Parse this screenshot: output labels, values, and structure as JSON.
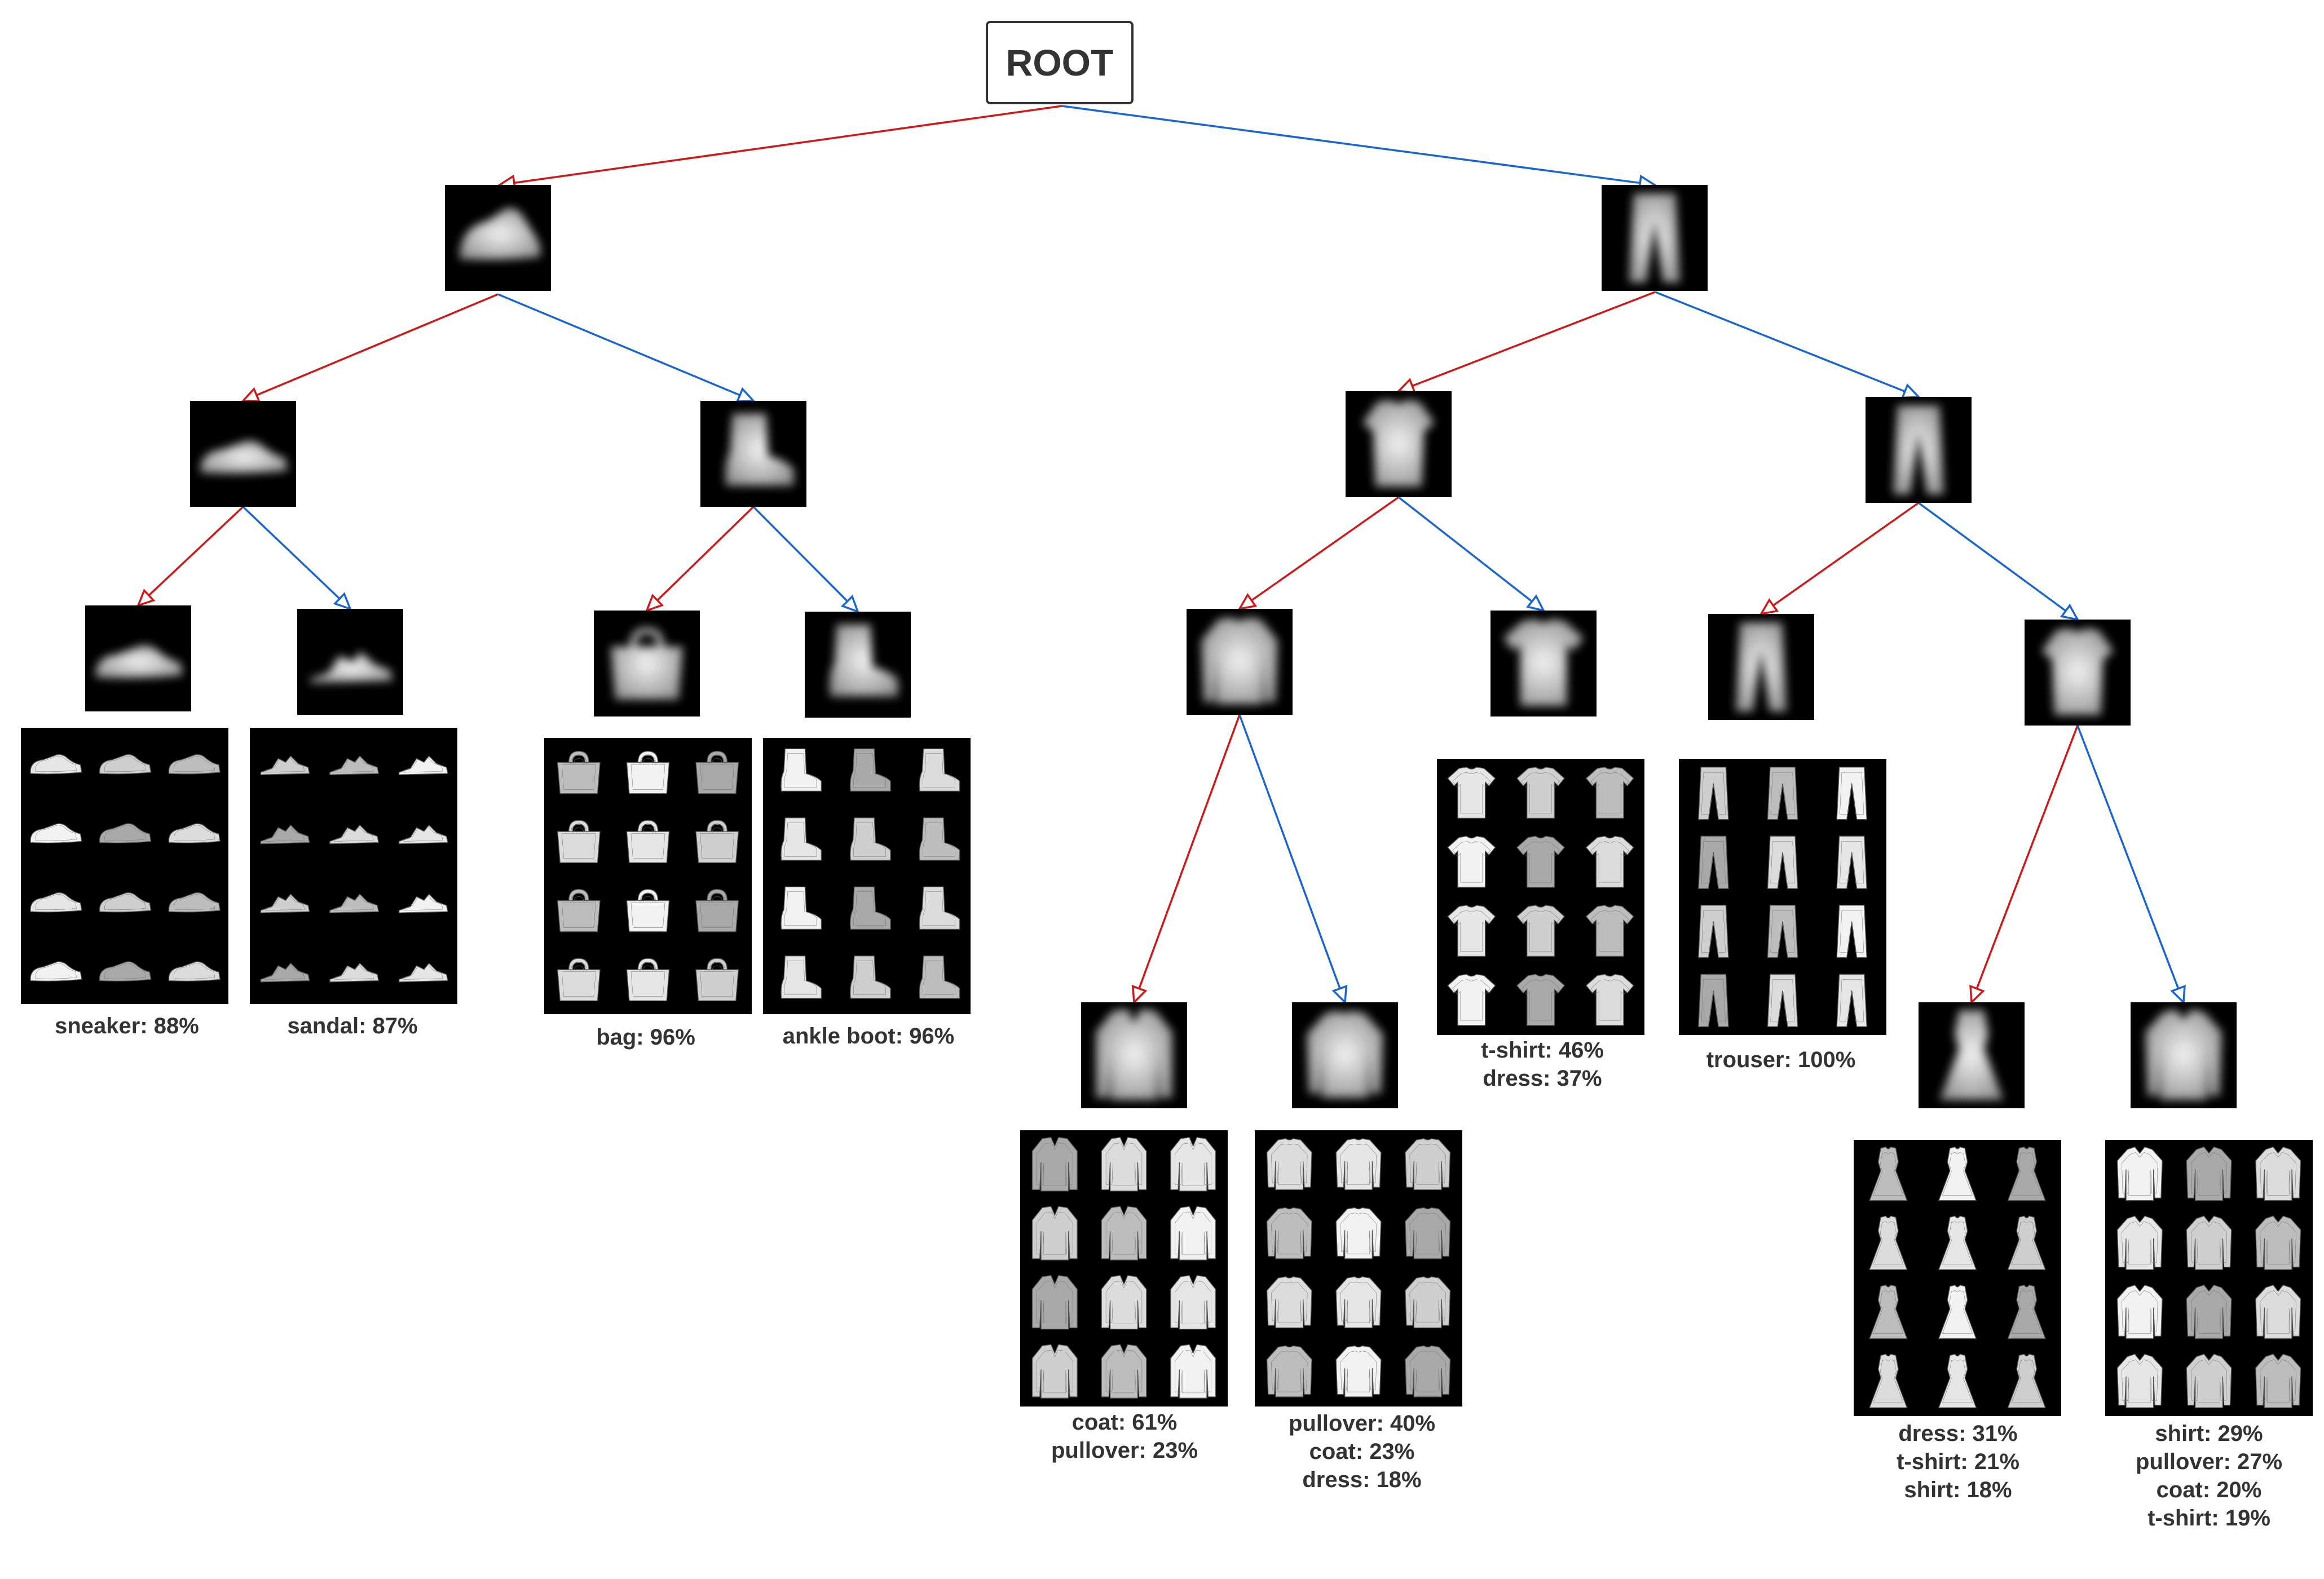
{
  "root": {
    "label": "ROOT"
  },
  "edge_colors": {
    "left": "#cc1a1a",
    "right": "#1a66cc"
  },
  "nodes": {
    "n1": {
      "icon": "shoe-blur-icon"
    },
    "n2": {
      "icon": "trouser-blur-icon"
    },
    "n3": {
      "icon": "sneaker-blur-icon"
    },
    "n4": {
      "icon": "boot-blur-icon"
    },
    "n5": {
      "icon": "top-blur-icon"
    },
    "n6": {
      "icon": "trouser-blur-icon"
    },
    "n7": {
      "icon": "sneaker-blur-icon"
    },
    "n8": {
      "icon": "sandal-blur-icon"
    },
    "n9": {
      "icon": "bag-blur-icon"
    },
    "n10": {
      "icon": "boot-blur-icon"
    },
    "n11": {
      "icon": "longsleeve-blur-icon"
    },
    "n12": {
      "icon": "tshirt-blur-icon"
    },
    "n13": {
      "icon": "trouser-blur-icon"
    },
    "n14": {
      "icon": "top-blur-icon"
    },
    "n15": {
      "icon": "coat-blur-icon"
    },
    "n16": {
      "icon": "pullover-blur-icon"
    },
    "n17": {
      "icon": "dress-blur-icon"
    },
    "n18": {
      "icon": "shirt-blur-icon"
    }
  },
  "leaves": [
    {
      "id": "sneaker",
      "icon": "sneaker-icon",
      "lines": [
        "sneaker: 88%"
      ]
    },
    {
      "id": "sandal",
      "icon": "sandal-icon",
      "lines": [
        "sandal: 87%"
      ]
    },
    {
      "id": "bag",
      "icon": "bag-icon",
      "lines": [
        "bag: 96%"
      ]
    },
    {
      "id": "ankle-boot",
      "icon": "boot-icon",
      "lines": [
        "ankle boot: 96%"
      ]
    },
    {
      "id": "coat",
      "icon": "coat-icon",
      "lines": [
        "coat: 61%",
        "pullover: 23%"
      ]
    },
    {
      "id": "pullover",
      "icon": "pullover-icon",
      "lines": [
        "pullover: 40%",
        "coat: 23%",
        "dress: 18%"
      ]
    },
    {
      "id": "tshirt",
      "icon": "tshirt-icon",
      "lines": [
        "t-shirt: 46%",
        "dress: 37%"
      ]
    },
    {
      "id": "trouser",
      "icon": "trouser-icon",
      "lines": [
        "trouser: 100%"
      ]
    },
    {
      "id": "dress",
      "icon": "dress-icon",
      "lines": [
        "dress: 31%",
        "t-shirt: 21%",
        "shirt: 18%"
      ]
    },
    {
      "id": "shirt",
      "icon": "shirt-icon",
      "lines": [
        "shirt: 29%",
        "pullover: 27%",
        "coat: 20%",
        "t-shirt: 19%"
      ]
    }
  ]
}
